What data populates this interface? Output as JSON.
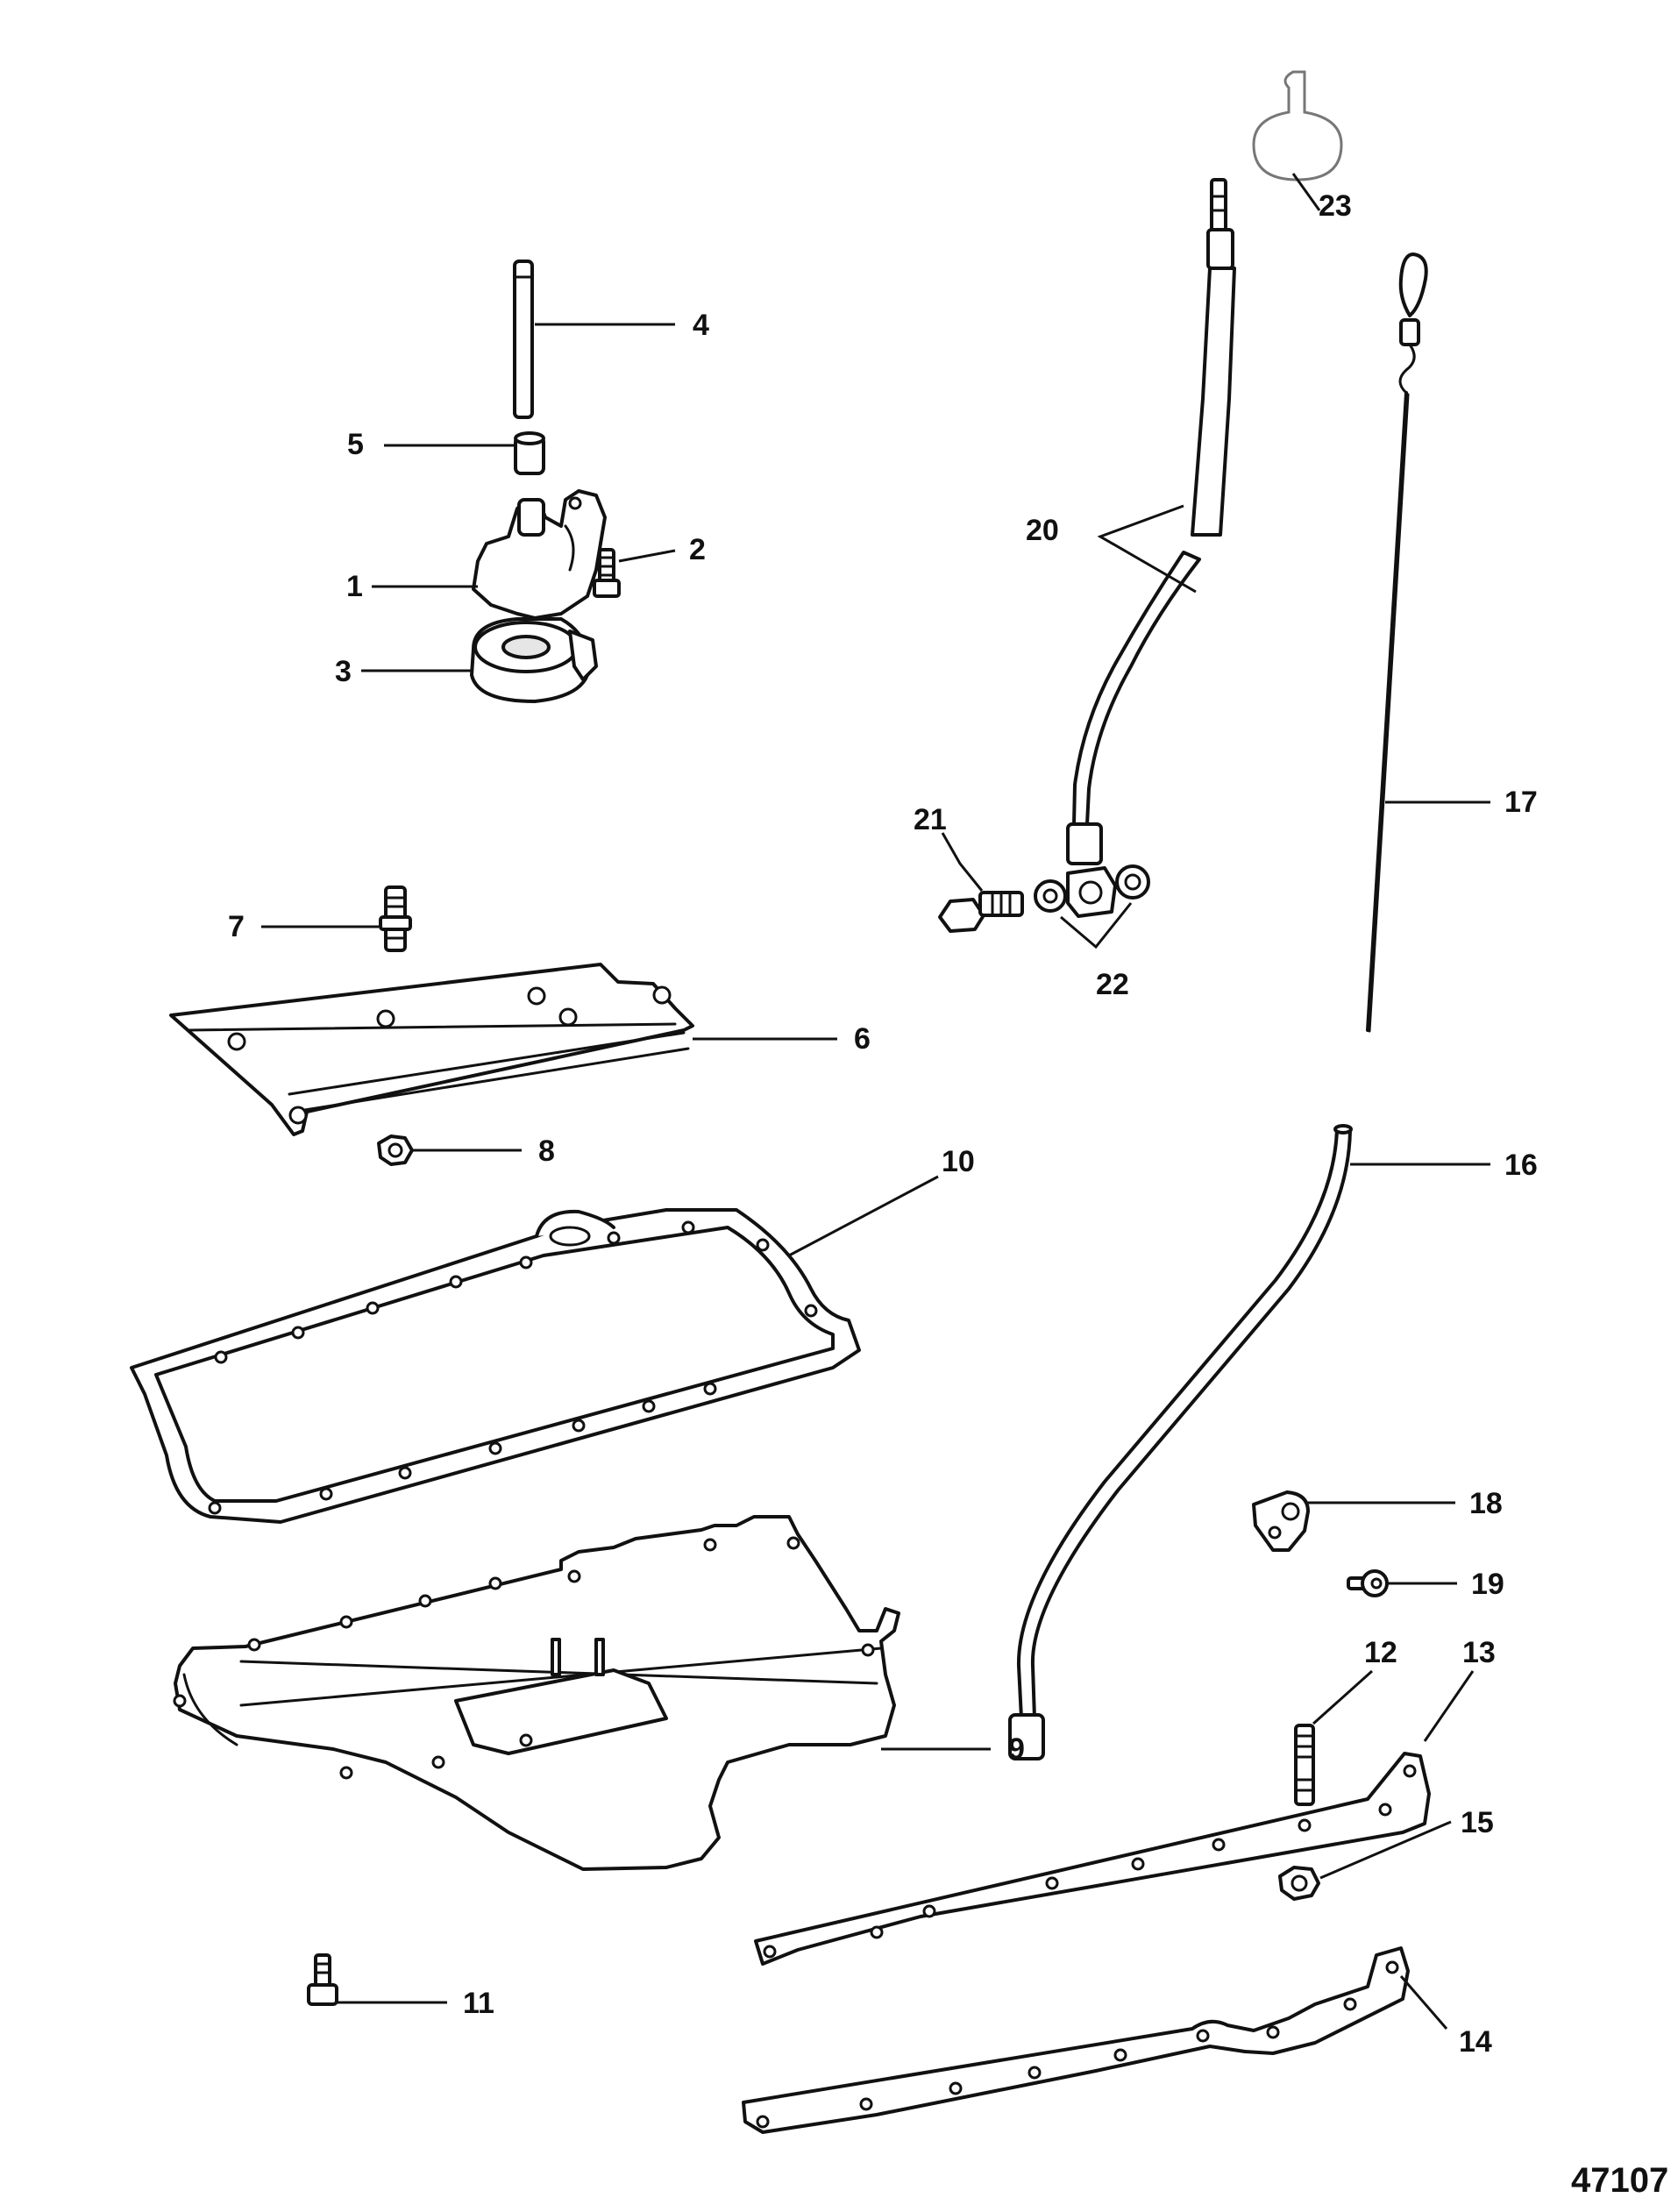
{
  "diagram": {
    "reference_number": "47107",
    "callouts": [
      "1",
      "2",
      "3",
      "4",
      "5",
      "6",
      "7",
      "8",
      "9",
      "10",
      "11",
      "12",
      "13",
      "14",
      "15",
      "16",
      "17",
      "18",
      "19",
      "20",
      "21",
      "22",
      "23"
    ]
  }
}
